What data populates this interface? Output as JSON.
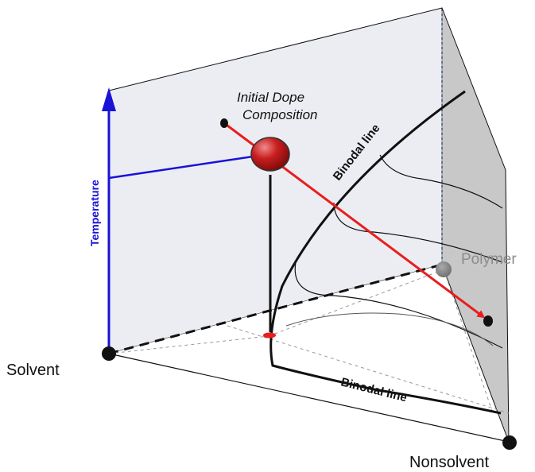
{
  "labels": {
    "solvent": "Solvent",
    "nonsolvent": "Nonsolvent",
    "polymer": "Polymer",
    "temperature": "Temperature",
    "initial_dope_line1": "Initial Dope",
    "initial_dope_line2": "Composition",
    "binodal_upper": "Binodal line",
    "binodal_lower": "Binodal line"
  },
  "colors": {
    "back_face": "#ecedf2",
    "right_face": "#c4c4c4",
    "temperature_axis": "#1a12d6",
    "dope_arrow": "#e81e1e",
    "dope_point": "#b51414",
    "polymer_label": "#8c8c8c",
    "edges": "#111111"
  }
}
